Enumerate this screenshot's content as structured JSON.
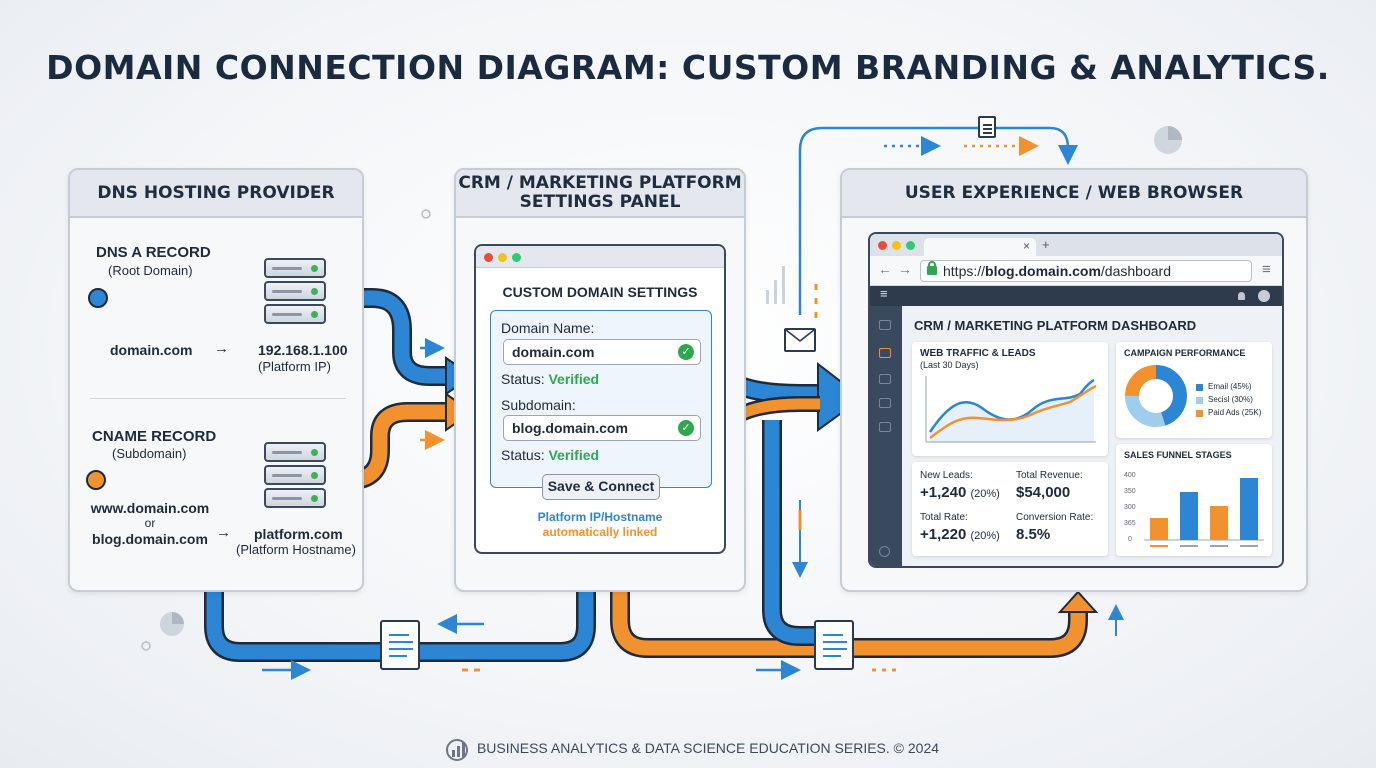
{
  "title": "DOMAIN CONNECTION DIAGRAM: CUSTOM BRANDING & ANALYTICS.",
  "colors": {
    "blue": "#2c86d4",
    "orange": "#f2922f",
    "green": "#2ea84f",
    "navy": "#1a2a40"
  },
  "dns_panel": {
    "heading": "DNS HOSTING PROVIDER",
    "a_record": {
      "title": "DNS A RECORD",
      "subtitle": "(Root Domain)",
      "source": "domain.com",
      "arrow": "→",
      "target": "192.168.1.100",
      "target_note": "(Platform IP)"
    },
    "cname_record": {
      "title": "CNAME RECORD",
      "subtitle": "(Subdomain)",
      "source_1": "www.domain.com",
      "or": "or",
      "source_2": "blog.domain.com",
      "arrow": "→",
      "target": "platform.com",
      "target_note": "(Platform Hostname)"
    }
  },
  "crm_panel": {
    "heading_line1": "CRM / MARKETING PLATFORM",
    "heading_line2": "SETTINGS PANEL",
    "settings_title": "CUSTOM DOMAIN SETTINGS",
    "domain_label": "Domain Name:",
    "domain_value": "domain.com",
    "status_label": "Status:",
    "status_value": "Verified",
    "subdomain_label": "Subdomain:",
    "subdomain_value": "blog.domain.com",
    "status_label_2": "Status:",
    "status_value_2": "Verified",
    "check": "✓",
    "button": "Save & Connect",
    "note_line1": "Platform IP/Hostname",
    "note_line2": "automatically linked"
  },
  "browser_panel": {
    "heading": "USER EXPERIENCE / WEB BROWSER",
    "tab_close": "×",
    "tab_new": "+",
    "nav_back": "←",
    "nav_forward": "→",
    "url_scheme": "https://",
    "url_host": "blog.domain.com",
    "url_path": "/dashboard",
    "menu_icon": "≡",
    "dashboard_title": "CRM / MARKETING PLATFORM DASHBOARD",
    "traffic_title": "WEB TRAFFIC & LEADS",
    "traffic_subtitle": "(Last 30 Days)",
    "campaign_title": "CAMPAIGN PERFORMANCE",
    "campaign_legend": [
      "Email (45%)",
      "Secisl (30%)",
      "Paid Ads (25K)"
    ],
    "kpi": {
      "new_leads_label": "New Leads:",
      "new_leads_value": "+1,240",
      "new_leads_pct": "(20%)",
      "revenue_label": "Total Revenue:",
      "revenue_value": "$54,000",
      "rate_label": "Total Rate:",
      "rate_value": "+1,220",
      "rate_pct": "(20%)",
      "conversion_label": "Conversion Rate:",
      "conversion_value": "8.5%"
    },
    "funnel_title": "SALES FUNNEL STAGES",
    "funnel_ticks": [
      "400",
      "350",
      "300",
      "365",
      "0"
    ]
  },
  "footer": "BUSINESS ANALYTICS & DATA SCIENCE EDUCATION SERIES. © 2024"
}
